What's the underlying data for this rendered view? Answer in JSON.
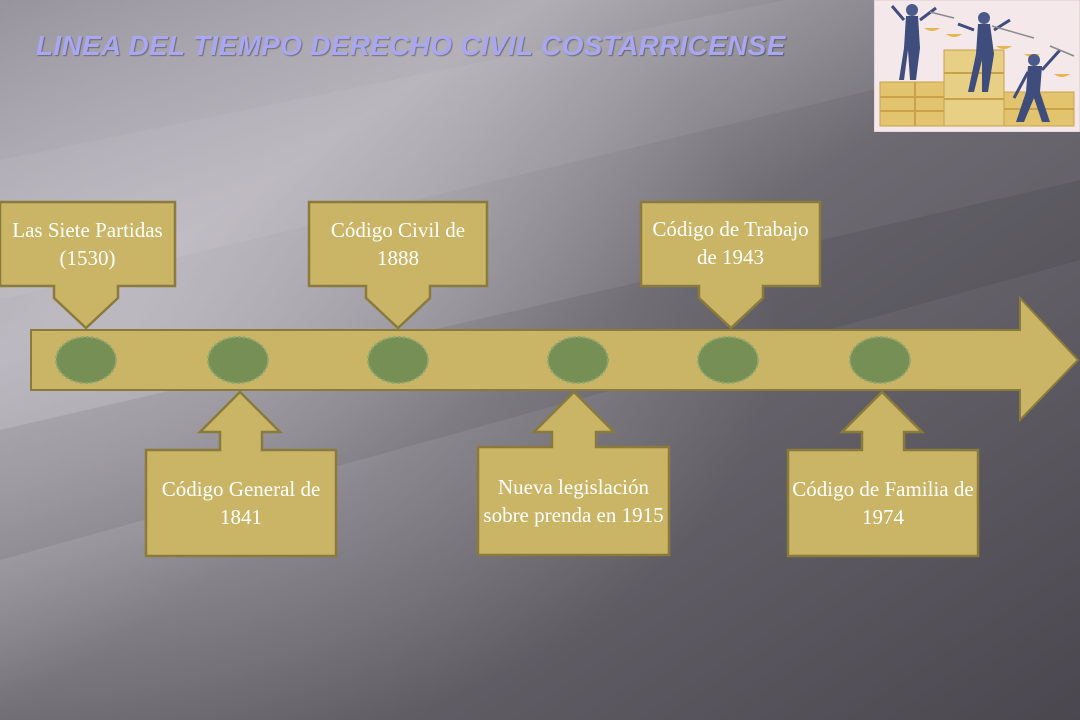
{
  "title": "LINEA DEL TIEMPO DERECHO CIVIL COSTARRICENSE",
  "logo_icon": "justice-scales-figures-icon",
  "colors": {
    "background_light": "#aeaab2",
    "background_dark": "#4d4a52",
    "title": "#a9a6f2",
    "arrow_fill": "#c9b565",
    "arrow_stroke": "#8a7a3c",
    "callout_fill": "#c9b565",
    "callout_stroke": "#8a7a3c",
    "marker_fill": "#768f55",
    "text": "#ffffff"
  },
  "callouts_top": [
    {
      "label": "Las Siete Partidas (1530)"
    },
    {
      "label": "Código Civil de 1888"
    },
    {
      "label": "Código de Trabajo de 1943"
    }
  ],
  "callouts_bottom": [
    {
      "label": "Código General de 1841"
    },
    {
      "label": "Nueva legislación sobre prenda en 1915"
    },
    {
      "label": "Código de Familia de 1974"
    }
  ]
}
